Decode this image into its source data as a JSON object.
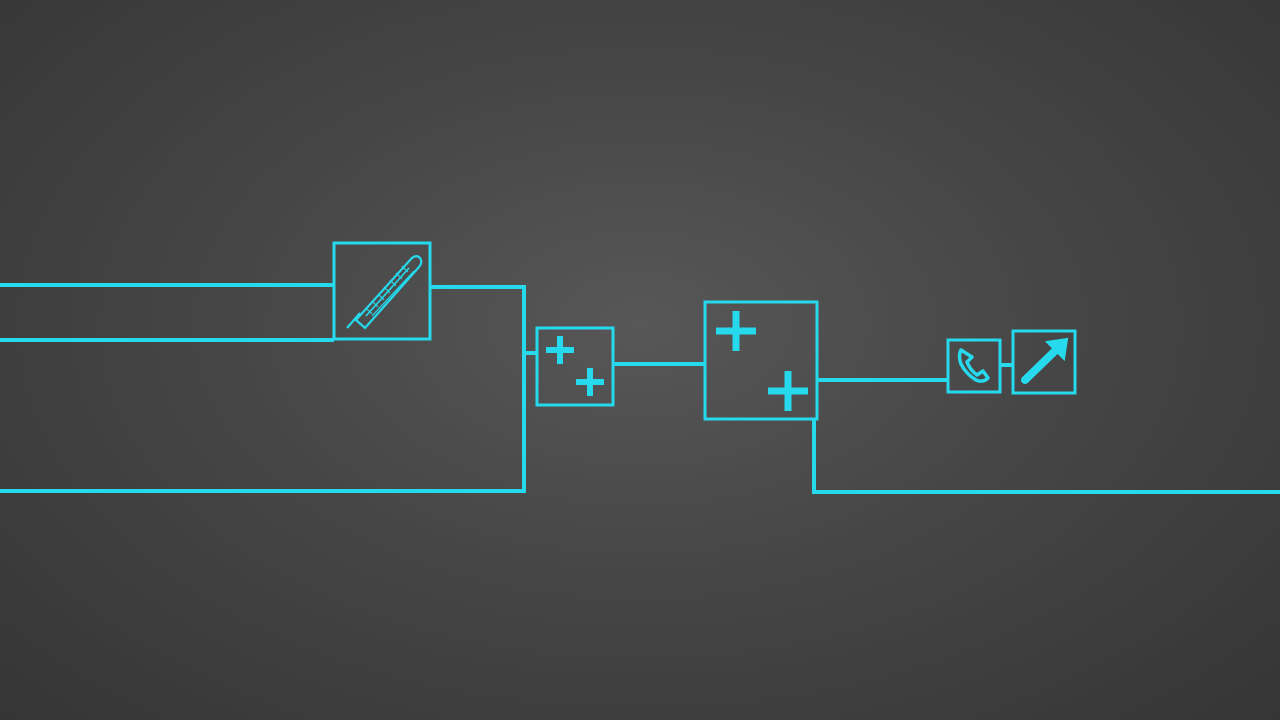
{
  "diagram": {
    "accent_color": "#26d9ec",
    "background_color": "#474747",
    "nodes": [
      {
        "id": "thermometer-node",
        "icon": "thermometer-icon"
      },
      {
        "id": "double-plus-node-small",
        "icon": "double-plus-icon"
      },
      {
        "id": "double-plus-node-large",
        "icon": "double-plus-icon"
      },
      {
        "id": "phone-node",
        "icon": "phone-icon"
      },
      {
        "id": "arrow-node",
        "icon": "arrow-up-right-icon"
      }
    ],
    "connectors": [
      "upper-input-line",
      "middle-input-line",
      "lower-input-line",
      "thermometer-to-junction-line",
      "junction-vertical-line",
      "small-plus-to-large-plus-line",
      "large-plus-to-phone-line",
      "phone-to-arrow-line",
      "output-line"
    ]
  }
}
